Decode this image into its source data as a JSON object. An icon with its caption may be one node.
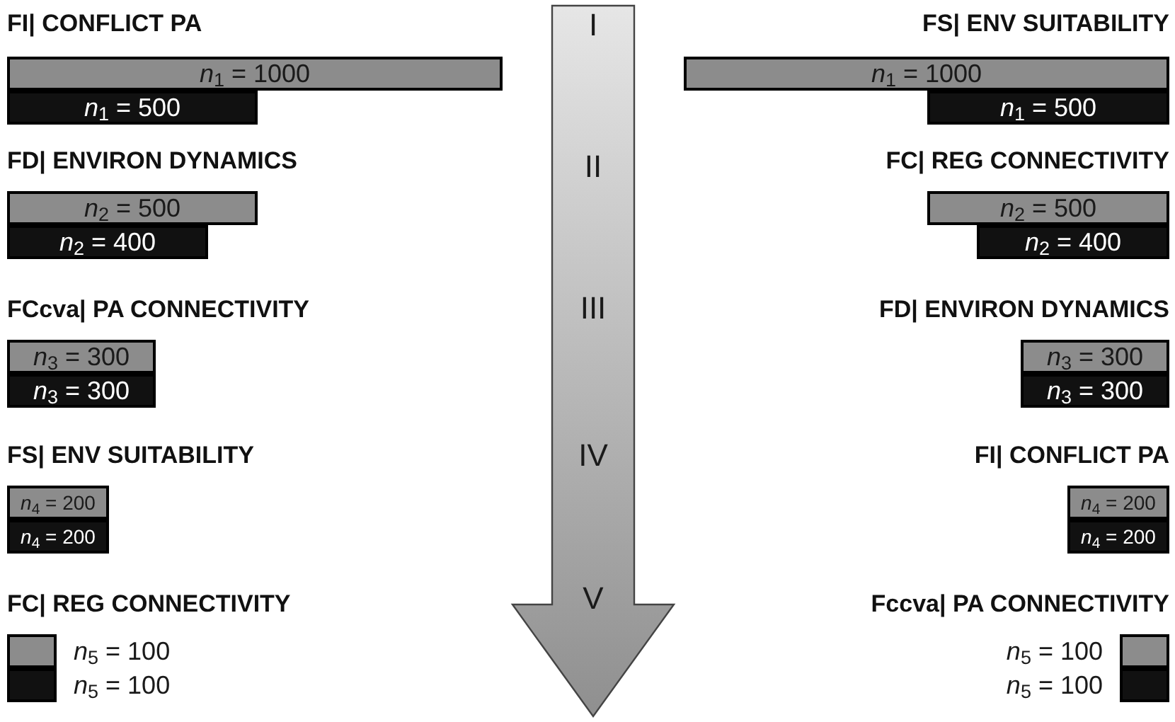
{
  "diagram": {
    "nodes": [
      {
        "text": [
          "*n*$_{1}$ = 1000"
        ]
      },
      {
        "text": [
          "*n*$_{1}$ = 500"
        ]
      },
      {
        "text": [
          "*n*$_{2}$ = 500"
        ]
      },
      {
        "text": [
          "*n*$_{2}$ = 400"
        ]
      },
      {
        "text": [
          "*n*$_{3}$ = 300"
        ]
      },
      {
        "text": [
          "*n*$_{3}$ = 300"
        ]
      },
      {
        "text": [
          "*n*$_{4}$ = 200"
        ]
      },
      {
        "text": [
          "*n*$_{4}$ = 200"
        ]
      },
      {
        "text": [],
        "shape": "box",
        "beside": [
          "*n*$_{5}$ = 100"
        ]
      },
      {
        "text": [],
        "shape": "box",
        "beside": [
          "*n*$_{5}$ = 100"
        ]
      },
      {
        "text": [
          "I",
          "II",
          "III",
          "IV",
          "V"
        ]
      },
      {
        "text": [
          "*n*$_{1}$ = 1000"
        ]
      },
      {
        "text": [
          "*n*$_{1}$ = 500"
        ]
      },
      {
        "text": [
          "*n*$_{2}$ = 500"
        ]
      },
      {
        "text": [
          "*n*$_{2}$ = 400"
        ]
      },
      {
        "text": [
          "*n*$_{3}$ = 300"
        ]
      },
      {
        "text": [
          "*n*$_{3}$ = 300"
        ]
      },
      {
        "text": [
          "*n*$_{4}$ = 200"
        ]
      },
      {
        "text": [
          "*n*$_{4}$ = 200"
        ]
      },
      {
        "text": [],
        "shape": "box",
        "beside": [
          "*n*$_{5}$ = 100"
        ]
      },
      {
        "text": [],
        "shape": "box",
        "beside": [
          "*n*$_{5}$ = 100"
        ]
      }
    ],
    "labels": [
      "FI| CONFLICT PA",
      "FS| ENV SUITABILITY",
      "FD| ENVIRON DYNAMICS",
      "FC| REG CONNECTIVITY",
      "FCcva| PA CONNECTIVITY",
      "FD| ENVIRON DYNAMICS",
      "FS| ENV SUITABILITY",
      "FI| CONFLICT PA",
      "FC| REG CONNECTIVITY",
      "Fccva| PA CONNECTIVITY"
    ]
  }
}
